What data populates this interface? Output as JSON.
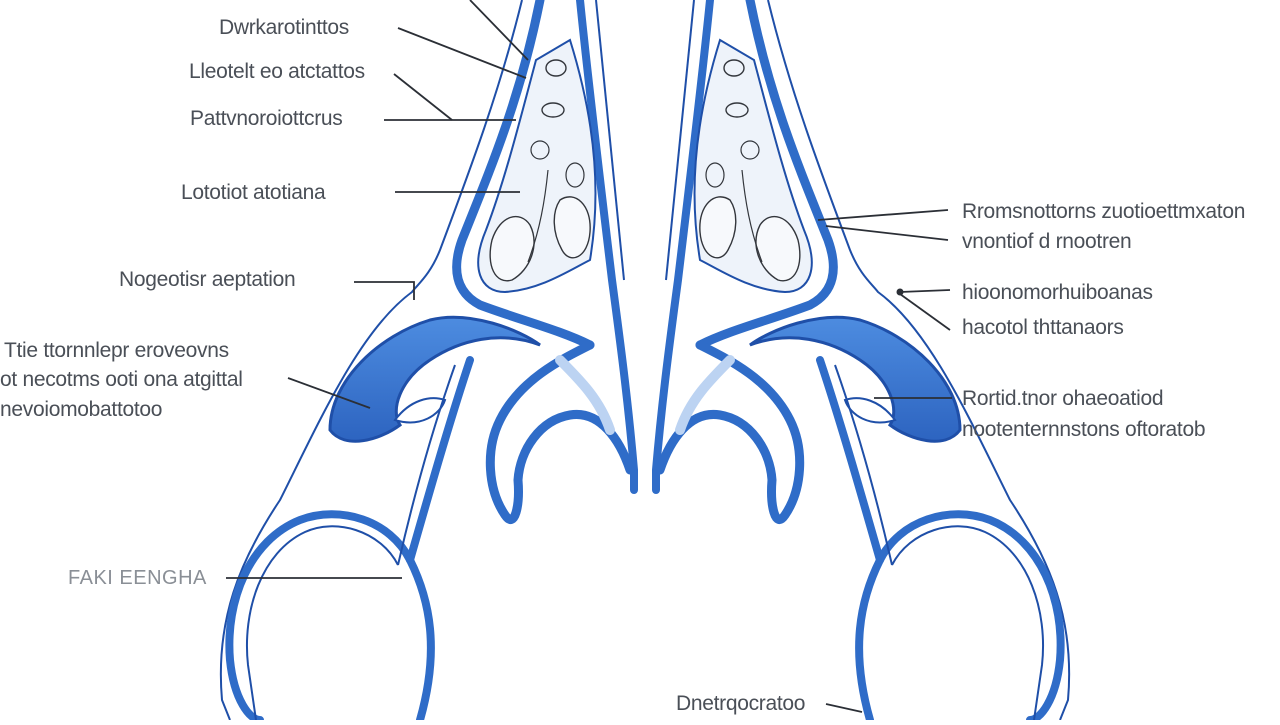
{
  "labels": {
    "l1": "Dwrkarotinttos",
    "l2": "Lleotelt eo atctattos",
    "l3": "Pattvnoroiottcrus",
    "l4": "Lototiot atotiana",
    "l5": "Nogeotisr aeptation",
    "l6a": "Ttie ttornnlepr eroveovns",
    "l6b": "ot necotms ooti ona atgittal",
    "l6c": "nevoiomobattotoo",
    "l7": "FAKI EENGHA",
    "r1a": "Rromsnottorns zuotioettmxaton",
    "r1b": "vnontiof d rnootren",
    "r2a": "hioonomorhuiboanas",
    "r2b": "hacotol thttanaors",
    "r3a": "Rortid.tnor ohaeoatiod",
    "r3b": "nootenternnstons oftoratob",
    "b1": "Dnetrqocratoo"
  },
  "colors": {
    "outline": "#1f4fa8",
    "fill": "#3f7fd6",
    "light": "#bcd3f2",
    "leader": "#2b2f36",
    "text": "#4a4f57"
  }
}
